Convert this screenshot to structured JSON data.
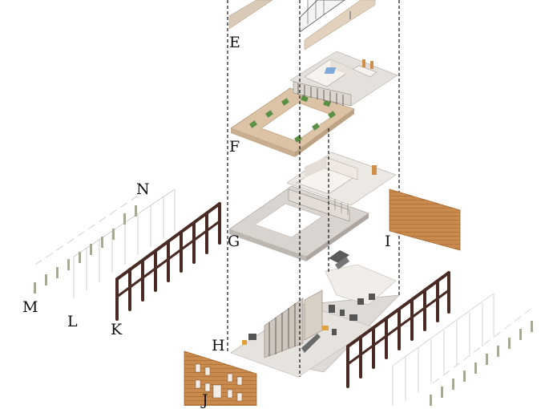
{
  "labels": {
    "e": "E",
    "f": "F",
    "g": "G",
    "h": "H",
    "i": "I",
    "j": "J",
    "k": "K",
    "l": "L",
    "m": "M",
    "n": "N"
  },
  "colors": {
    "floor_light": "#dedad6",
    "floor_shadow": "#bdb7b2",
    "wall_white": "#f3efea",
    "wood": "#d6b797",
    "brick": "#c98a4e",
    "brick_dark": "#a5672f",
    "steel_frame": "#4a2a24",
    "plant": "#5a8f46",
    "dash": "#111111"
  }
}
